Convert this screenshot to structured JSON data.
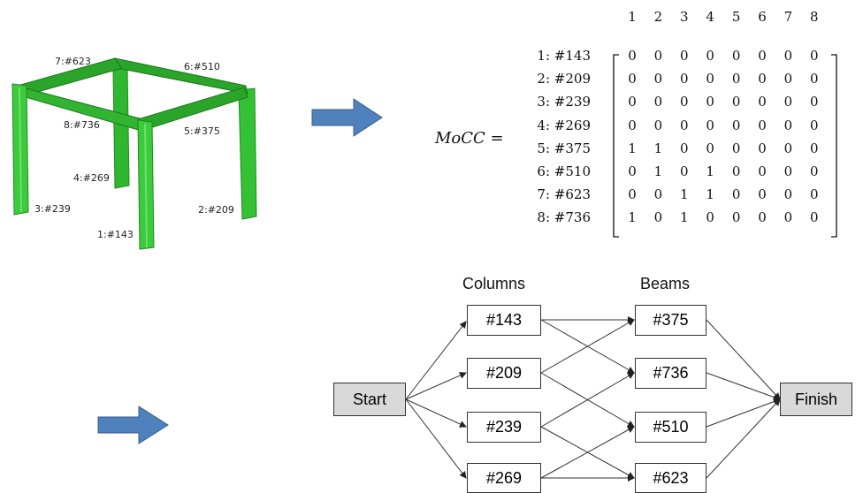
{
  "frame": {
    "labels": [
      "7:#623",
      "6:#510",
      "8:#736",
      "5:#375",
      "4:#269",
      "3:#239",
      "2:#209",
      "1:#143"
    ]
  },
  "matrix": {
    "name": "MoCC",
    "equals": "=",
    "col_headers": [
      "1",
      "2",
      "3",
      "4",
      "5",
      "6",
      "7",
      "8"
    ],
    "row_labels": [
      "1: #143",
      "2: #209",
      "3: #239",
      "4: #269",
      "5: #375",
      "6: #510",
      "7: #623",
      "8: #736"
    ],
    "rows": [
      [
        0,
        0,
        0,
        0,
        0,
        0,
        0,
        0
      ],
      [
        0,
        0,
        0,
        0,
        0,
        0,
        0,
        0
      ],
      [
        0,
        0,
        0,
        0,
        0,
        0,
        0,
        0
      ],
      [
        0,
        0,
        0,
        0,
        0,
        0,
        0,
        0
      ],
      [
        1,
        1,
        0,
        0,
        0,
        0,
        0,
        0
      ],
      [
        0,
        1,
        0,
        1,
        0,
        0,
        0,
        0
      ],
      [
        0,
        0,
        1,
        1,
        0,
        0,
        0,
        0
      ],
      [
        1,
        0,
        1,
        0,
        0,
        0,
        0,
        0
      ]
    ]
  },
  "network": {
    "columns_header": "Columns",
    "beams_header": "Beams",
    "start": "Start",
    "finish": "Finish",
    "columns": [
      "#143",
      "#209",
      "#239",
      "#269"
    ],
    "beams": [
      "#375",
      "#736",
      "#510",
      "#623"
    ]
  },
  "colors": {
    "frame_green": "#2fb82f",
    "frame_green_light": "#4cd34c",
    "arrow_blue": "#4f81bd",
    "arrow_border": "#385d8a",
    "terminal_fill": "#d9d9d9"
  }
}
